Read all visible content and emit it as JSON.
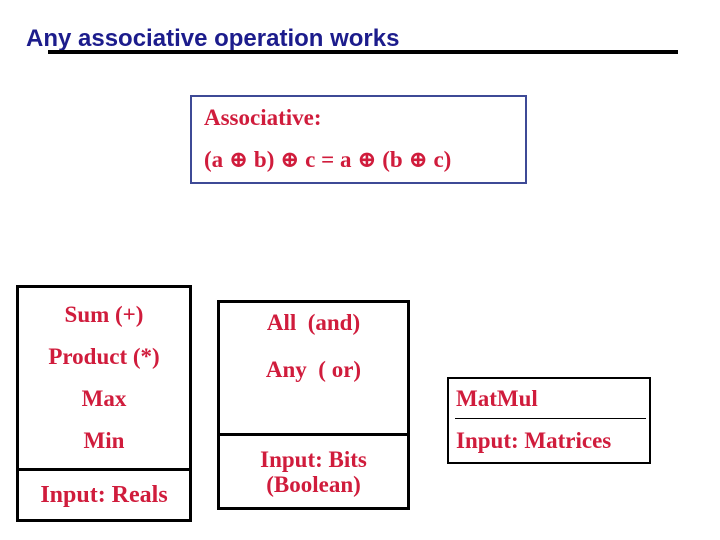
{
  "slide": {
    "title": "Any associative operation works"
  },
  "associative_box": {
    "heading": "Associative:",
    "formula": "(a ⊕ b) ⊕ c = a ⊕ (b ⊕ c)"
  },
  "reals_box": {
    "operations": [
      "Sum (+)",
      "Product (*)",
      "Max",
      "Min"
    ],
    "input_label": "Input: Reals"
  },
  "bits_box": {
    "operations": [
      "All  (and)",
      "Any  ( or)"
    ],
    "input_label_line1": "Input: Bits",
    "input_label_line2": "(Boolean)"
  },
  "matrices_box": {
    "operations": [
      "MatMul"
    ],
    "input_label": "Input: Matrices"
  },
  "colors": {
    "title_navy": "#1c1c8c",
    "text_red": "#d01c3c",
    "assoc_border_blue": "#3e4a96",
    "box_border_black": "#000000"
  }
}
